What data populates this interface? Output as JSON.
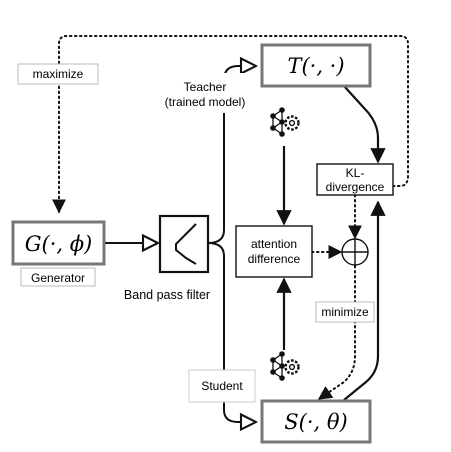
{
  "nodes": {
    "generator": {
      "math": "G(·, ϕ)",
      "caption": "Generator"
    },
    "teacher": {
      "math": "T(·, ·)",
      "caption_line1": "Teacher",
      "caption_line2": "(trained model)"
    },
    "student": {
      "math": "S(·, θ)",
      "caption": "Student"
    },
    "filter": {
      "caption": "Band pass filter"
    },
    "kl": {
      "line1": "KL-",
      "line2": "divergence"
    },
    "attention": {
      "line1": "attention",
      "line2": "difference"
    }
  },
  "edge_labels": {
    "maximize": "maximize",
    "minimize": "minimize"
  },
  "icons": {
    "teacher_network": "neural-network-gear-icon",
    "student_network": "neural-network-gear-icon",
    "sum": "circle-plus-icon"
  },
  "colors": {
    "stroke": "#111111",
    "box_border": "#777777",
    "caption_border": "#bbbbbb"
  }
}
